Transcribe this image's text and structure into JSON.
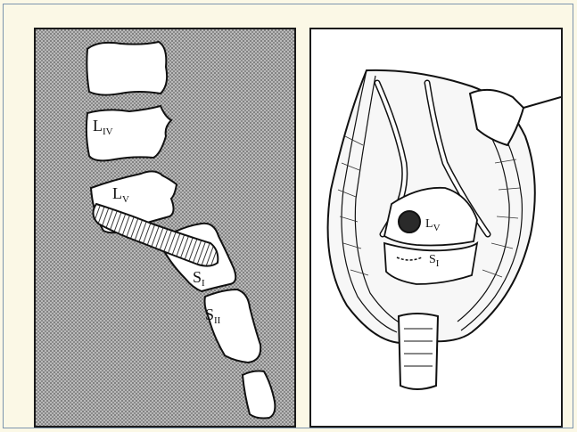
{
  "left_panel": {
    "labels": [
      {
        "id": "liv",
        "main": "L",
        "sub": "IV"
      },
      {
        "id": "lv",
        "main": "L",
        "sub": "V"
      },
      {
        "id": "si",
        "main": "S",
        "sub": "I"
      },
      {
        "id": "sii",
        "main": "S",
        "sub": "II"
      }
    ]
  },
  "right_panel": {
    "labels": [
      {
        "id": "lv",
        "main": "L",
        "sub": "V"
      },
      {
        "id": "si",
        "main": "S",
        "sub": "I"
      }
    ]
  },
  "colors": {
    "background": "#fbf8e6",
    "frame_border": "#7c94ad",
    "ink": "#111111",
    "stipple": "#8a8a8a"
  }
}
